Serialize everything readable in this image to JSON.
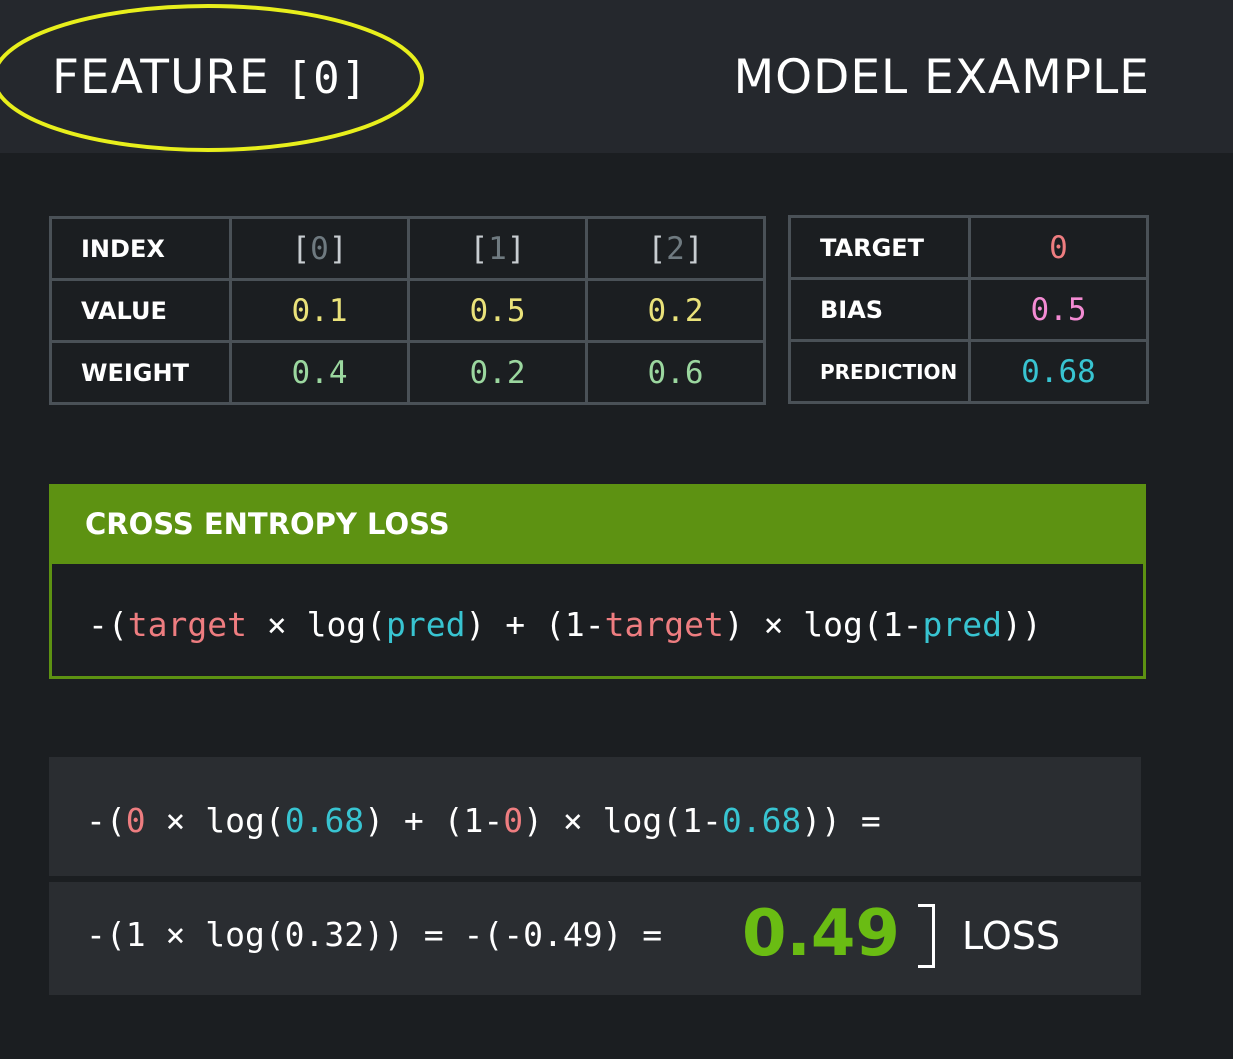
{
  "header": {
    "feature_title_prefix": "FEATURE ",
    "feature_title_index": "[0]",
    "model_title": "MODEL EXAMPLE"
  },
  "features_table": {
    "row_labels": [
      "INDEX",
      "VALUE",
      "WEIGHT"
    ],
    "indices": [
      "0",
      "1",
      "2"
    ],
    "values": [
      "0.1",
      "0.5",
      "0.2"
    ],
    "weights": [
      "0.4",
      "0.2",
      "0.6"
    ]
  },
  "model_table": {
    "target_label": "TARGET",
    "target_value": "0",
    "bias_label": "BIAS",
    "bias_value": "0.5",
    "prediction_label": "PREDICTION",
    "prediction_value": "0.68"
  },
  "loss_box": {
    "title": "CROSS ENTROPY LOSS",
    "formula": {
      "open": "-(",
      "target1": "target",
      "mid1": " × log(",
      "pred1": "pred",
      "mid2": ") + (1-",
      "target2": "target",
      "mid3": ") × log(1-",
      "pred2": "pred",
      "close": "))"
    }
  },
  "calculation": {
    "line1": {
      "open": "-(",
      "target1": "0",
      "mid1": " × log(",
      "pred1": "0.68",
      "mid2": ") + (1-",
      "target2": "0",
      "mid3": ") × log(1-",
      "pred2": "0.68",
      "close": ")) ="
    },
    "line2": "-(1 × log(0.32)) = -(-0.49) =",
    "loss_value": "0.49",
    "loss_label": "LOSS"
  },
  "colors": {
    "value": "#eae27a",
    "weight": "#9bd79f",
    "target": "#ee7d80",
    "bias": "#f38bd3",
    "prediction": "#38c4d1",
    "loss_green": "#6abc13",
    "loss_header": "#5d9212",
    "highlight_ellipse": "#e8ef1c"
  }
}
